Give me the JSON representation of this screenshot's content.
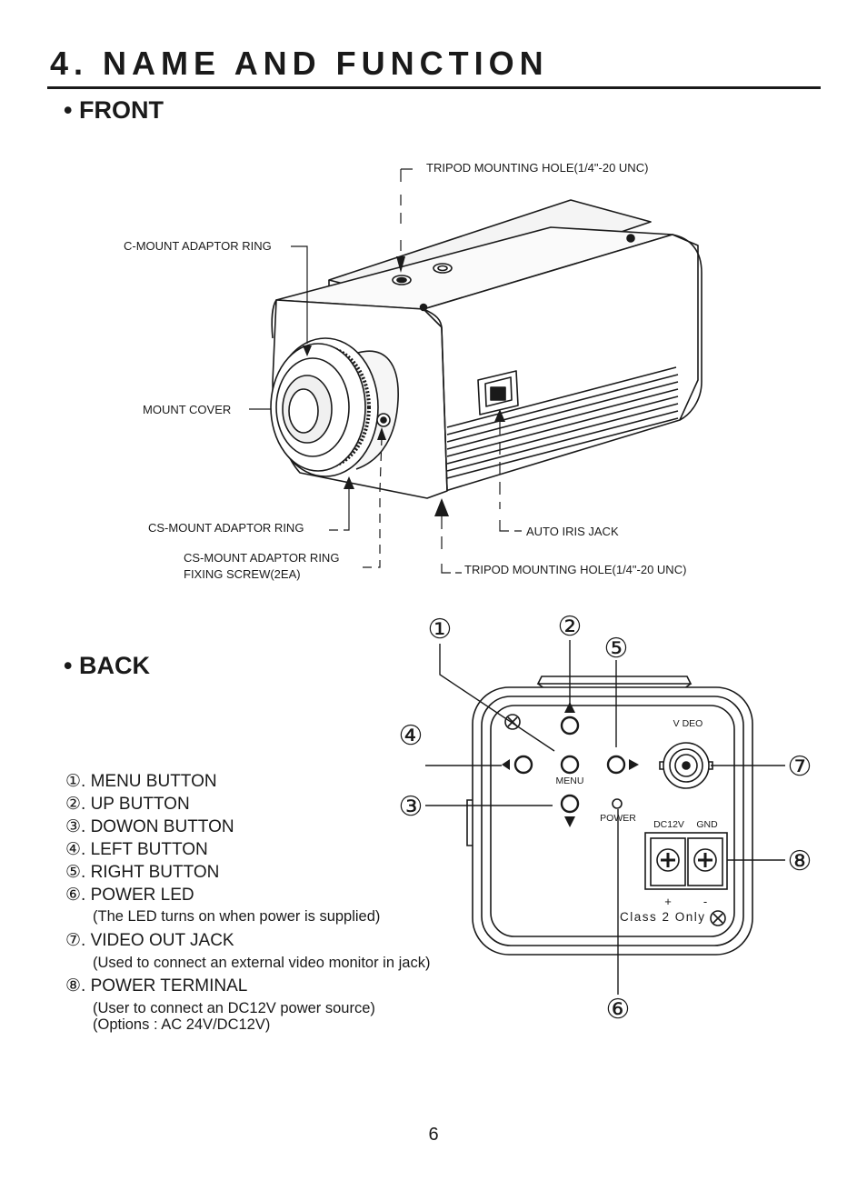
{
  "header": {
    "title": "4. NAME AND FUNCTION",
    "front_label": "• FRONT",
    "back_label": "• BACK"
  },
  "front": {
    "callouts": {
      "tripod_top": "TRIPOD MOUNTING HOLE(1/4\"-20 UNC)",
      "c_mount": "C-MOUNT ADAPTOR RING",
      "mount_cover": "MOUNT COVER",
      "cs_mount": "CS-MOUNT ADAPTOR RING",
      "cs_screw_line1": "CS-MOUNT ADAPTOR RING",
      "cs_screw_line2": "FIXING SCREW(2EA)",
      "auto_iris": "AUTO IRIS JACK",
      "tripod_bottom": "TRIPOD MOUNTING HOLE(1/4\"-20 UNC)"
    }
  },
  "back": {
    "panel": {
      "menu": "MENU",
      "power": "POWER",
      "video": "V DEO",
      "dc12v": "DC12V",
      "gnd": "GND",
      "plus": "+",
      "minus": "-",
      "class2": "Class 2 Only"
    },
    "markers": {
      "m1": "①",
      "m2": "②",
      "m3": "③",
      "m4": "④",
      "m5": "⑤",
      "m6": "⑥",
      "m7": "⑦",
      "m8": "⑧"
    },
    "legend": [
      {
        "label": "①. MENU BUTTON"
      },
      {
        "label": "②. UP BUTTON"
      },
      {
        "label": "③. DOWON BUTTON"
      },
      {
        "label": "④. LEFT BUTTON"
      },
      {
        "label": "⑤. RIGHT BUTTON"
      },
      {
        "label": "⑥. POWER LED",
        "note": "(The LED turns on when power is supplied)"
      },
      {
        "label": "⑦. VIDEO OUT JACK",
        "note": "(Used to connect an external video monitor in jack)"
      },
      {
        "label": "⑧. POWER TERMINAL",
        "note": "(User to connect an DC12V power source)",
        "note2": "(Options : AC 24V/DC12V)"
      }
    ]
  },
  "footer": {
    "page_number": "6"
  }
}
